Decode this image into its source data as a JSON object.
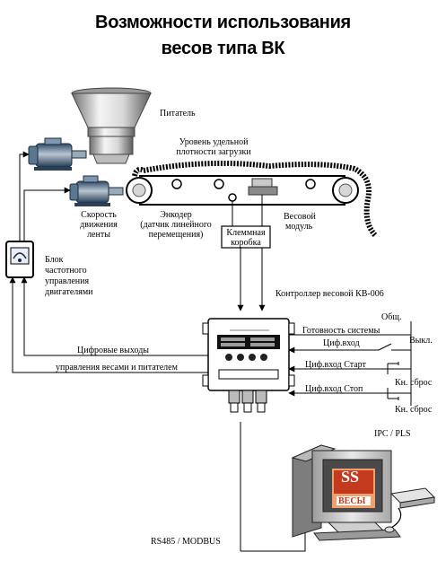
{
  "title_line1": "Возможности использования",
  "title_line2": "весов типа ВК",
  "labels": {
    "feeder": "Питатель",
    "density_l1": "Уровень удельной",
    "density_l2": "плотности загрузки",
    "speed_l1": "Скорость",
    "speed_l2": "движения",
    "speed_l3": "ленты",
    "encoder_l1": "Энкодер",
    "encoder_l2": "(датчик линейного",
    "encoder_l3": "перемещения)",
    "weigh_module_l1": "Весовой",
    "weigh_module_l2": "модуль",
    "terminal_l1": "Клеммная",
    "terminal_l2": "коробка",
    "vfd_l1": "Блок",
    "vfd_l2": "частотного",
    "vfd_l3": "управления",
    "vfd_l4": "двигателями",
    "controller": "Контроллер весовой КВ-006",
    "digital_out_l1": "Цифровые выходы",
    "digital_out_l2": "управления весами и питателем",
    "common": "Общ.",
    "ready_l1": "Готовность системы",
    "ready_l2": "Циф.вход",
    "off": "Выкл.",
    "start_in": "Циф.вход Старт",
    "stop_in": "Циф.вход  Стоп",
    "reset1": "Кн. сброс",
    "reset2": "Кн. сброс",
    "ipc": "IPC / PLS",
    "rs485": "RS485  / MODBUS",
    "logo": "ВЕСЫ"
  }
}
